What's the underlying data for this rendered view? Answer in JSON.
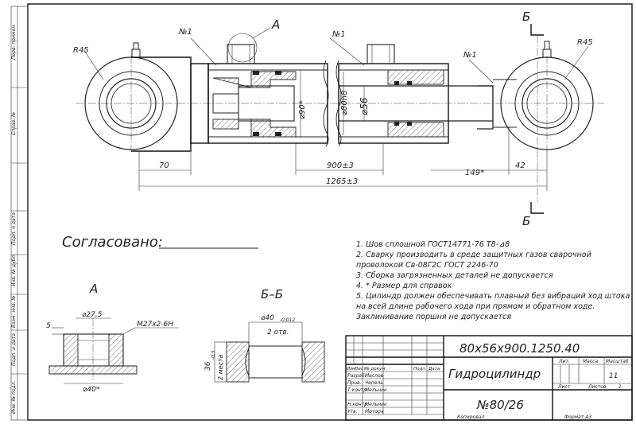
{
  "section_marks": {
    "a": "А",
    "b": "Б"
  },
  "callouts": [
    "№1",
    "№1",
    "№1"
  ],
  "radii": {
    "left": "R45",
    "right": "R45"
  },
  "diameters": {
    "bore": "⌀90*",
    "rod_outer": "⌀80h8",
    "rod": "⌀56"
  },
  "dimensions": {
    "left_eye": "70",
    "stroke": "900±3",
    "right_a": "149*",
    "right_b": "42",
    "total": "1265±3"
  },
  "approval": "Согласовано:",
  "notes": [
    "1. Шов сплошной  ГОСТ14771-76  Т8-⊿8",
    "2. Сварку  производить  в  среде  защитных  газов  сварочной",
    "проволокой Св-08Г2С   ГОСТ 2246-70",
    "3. Сборка загрязненных деталей не допускается",
    "4.  * Размер для справок",
    "5. Цилиндр должен обеспечивать плавный без вибраций ход штока",
    "на  всей   длине   рабочего хода при прямом и обратном ходе.",
    "Заклинивание поршня не допускается"
  ],
  "view_a": {
    "title": "А",
    "d_top": "⌀27,5",
    "thread": "М27х2-6Н",
    "d_bottom": "⌀40*",
    "h": "5"
  },
  "view_b": {
    "title": "Б–Б",
    "d_top": "⌀40",
    "tol": "-0,012",
    "holes": "2 отв.",
    "h": "36",
    "h_tol": "-0,5",
    "places": "2 места"
  },
  "title_block": {
    "designation": "80х56х900.1250.40",
    "name": "Гидроцилиндр",
    "number": "№80/26",
    "mass": "11",
    "sheets_label": "Листов",
    "sheets": "1",
    "sheet_label": "Лист",
    "col_lit": "Лит.",
    "col_mass": "Масса",
    "col_scale": "Масштаб",
    "col_izm": "Изм.",
    "col_list": "Лист",
    "col_doc": "№ докум.",
    "col_sign": "Подп.",
    "col_date": "Дата",
    "rows": [
      {
        "role": "Разраб.",
        "person": "Маслов"
      },
      {
        "role": "Пров.",
        "person": "Чепель"
      },
      {
        "role": "Т.контр.",
        "person": "Мельник"
      },
      {
        "role": "Н.контр.",
        "person": "Мельник"
      },
      {
        "role": "Утв.",
        "person": "Мотора"
      }
    ],
    "copied": "Копировал",
    "format": "Формат   А3"
  },
  "side_stamps": [
    "Перв. примен.",
    "Справ. №",
    "Подп. и дата",
    "Инв. № дубл.",
    "Взам. инв. №",
    "Подп. и дата",
    "Инв. № подл."
  ]
}
